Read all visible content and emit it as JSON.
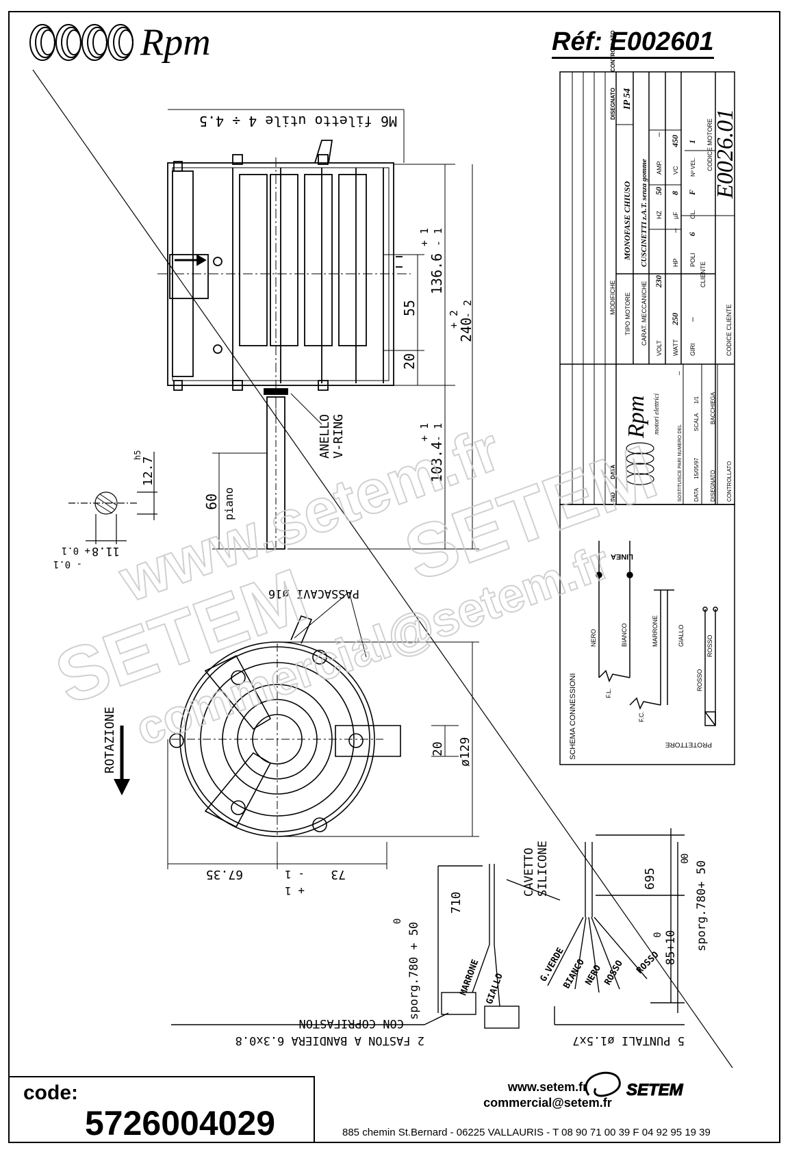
{
  "header": {
    "brand": "Rpm",
    "reference": "Réf:  E002601"
  },
  "drawing": {
    "top_note": "M6 filetto utile 4 ÷ 4.5",
    "dims": {
      "height_total": "240 ± 2",
      "height_total_tol_plus": "+ 2",
      "height_total_tol_minus": "- 2",
      "height_total_value": "240",
      "body": "136.6",
      "body_tol_plus": "+ 1",
      "body_tol_minus": "- 1",
      "mid": "55",
      "low": "20",
      "shaft": "103.4",
      "shaft_tol_plus": "+ 1",
      "shaft_tol_minus": "- 1",
      "flat": "60",
      "flat_label": "piano",
      "shaft_dia": "12.7",
      "shaft_dia_tol": "h5",
      "flat_depth": "11.8",
      "flat_depth_tol_plus": "+ 0.1",
      "flat_depth_tol_minus": "- 0.1",
      "vring": "ANELLO",
      "vring2": "V-RING",
      "passacavi": "PASSACAVI ø16",
      "rotation": "ROTAZIONE",
      "dia129": "ø129",
      "twenty": "20",
      "left_w": "67.35",
      "right_w": "73",
      "right_w_tol_minus": "- 1",
      "right_w_tol_plus": "+ 1"
    },
    "cables": {
      "cavetto": "CAVETTO",
      "silicone": "SILICONE",
      "len710": "710",
      "len695": "695",
      "len695_tol": "0",
      "sporg_left": "sporg.780 + 50",
      "sporg_left_tol": "0",
      "sporg_right": "sporg.780+ 50",
      "sporg_right_tol": "0",
      "len85": "85+10",
      "len85_tol": "0",
      "marrone": "MARRONE",
      "giallo": "GIALLO",
      "gverde": "G.VERDE",
      "bianco": "BIANCO",
      "nero": "NERO",
      "rosso1": "ROSSO",
      "rosso2": "ROSSO",
      "faston_note": "CON COPRIFASTON",
      "faston": "2 FASTON A BANDIERA 6.3x0.8",
      "puntali": "5 PUNTALI ø1.5x7"
    }
  },
  "title_block": {
    "disegnato": "DISEGNATO",
    "controllato": "CONTROLLATO",
    "ip": "IP 54",
    "tipo_motore_label": "TIPO MOTORE",
    "tipo_motore": "MONOFASE CHIUSO",
    "carat_label": "CARAT. MECCANICHE",
    "carat": "CUSCINETTI z.A.T.  senza gomme",
    "modifiche": "MODIFICHE",
    "volt_label": "VOLT",
    "volt": "230",
    "hz_label": "HZ",
    "hz": "50",
    "amp_label": "AMP.",
    "amp": "–",
    "watt_label": "WATT",
    "watt": "250",
    "hp_label": "HP",
    "hp": "–",
    "uf_label": "µF",
    "uf": "8",
    "vc_label": "VC",
    "vc": "450",
    "giri_label": "GIRI",
    "giri": "–",
    "poli_label": "POLI",
    "poli": "6",
    "cl_label": "CL.",
    "cl": "F",
    "nvel_label": "Nº VEL.",
    "nvel": "1",
    "codice_motore_label": "CODICE MOTORE",
    "codice_motore": "E0026.01",
    "cliente_label": "CLIENTE",
    "codice_cliente_label": "CODICE CLIENTE",
    "ind_label": "IND",
    "data_label": "DATA",
    "rpm_sub": "motori elettrici",
    "sostituisce": "SOSTITUISCE PARI NUMERO DEL",
    "sost_val": "–",
    "data2_label": "DATA",
    "data2": "15/05/97",
    "scala_label": "SCALA",
    "scala": "1/1",
    "disegnato2": "DISEGNATO",
    "disegnato_val": "BACCHIEGA",
    "controllato2": "CONTROLLATO"
  },
  "schema": {
    "title": "SCHEMA CONNESSIONI",
    "linea": "LINEA",
    "nero": "NERO",
    "bianco": "BIANCO",
    "marrone": "MARRONE",
    "giallo": "GIALLO",
    "rosso_a": "ROSSO",
    "rosso_b": "ROSSO",
    "fl": "F.L.",
    "fc": "F.C.",
    "protettore": "PROTETTORE"
  },
  "watermark": {
    "w1": "www.setem.fr",
    "w2": "SETEM",
    "w3": "SETEM",
    "w4": "commercial@setem.fr"
  },
  "footer": {
    "code_label": "code:",
    "code_value": "5726004029",
    "web": "www.setem.fr",
    "email": "commercial@setem.fr",
    "address": "885 chemin St.Bernard  -  06225 VALLAURIS  -  T 08 90 71 00 39   F 04 92 95 19 39",
    "logo": "SETEM"
  }
}
